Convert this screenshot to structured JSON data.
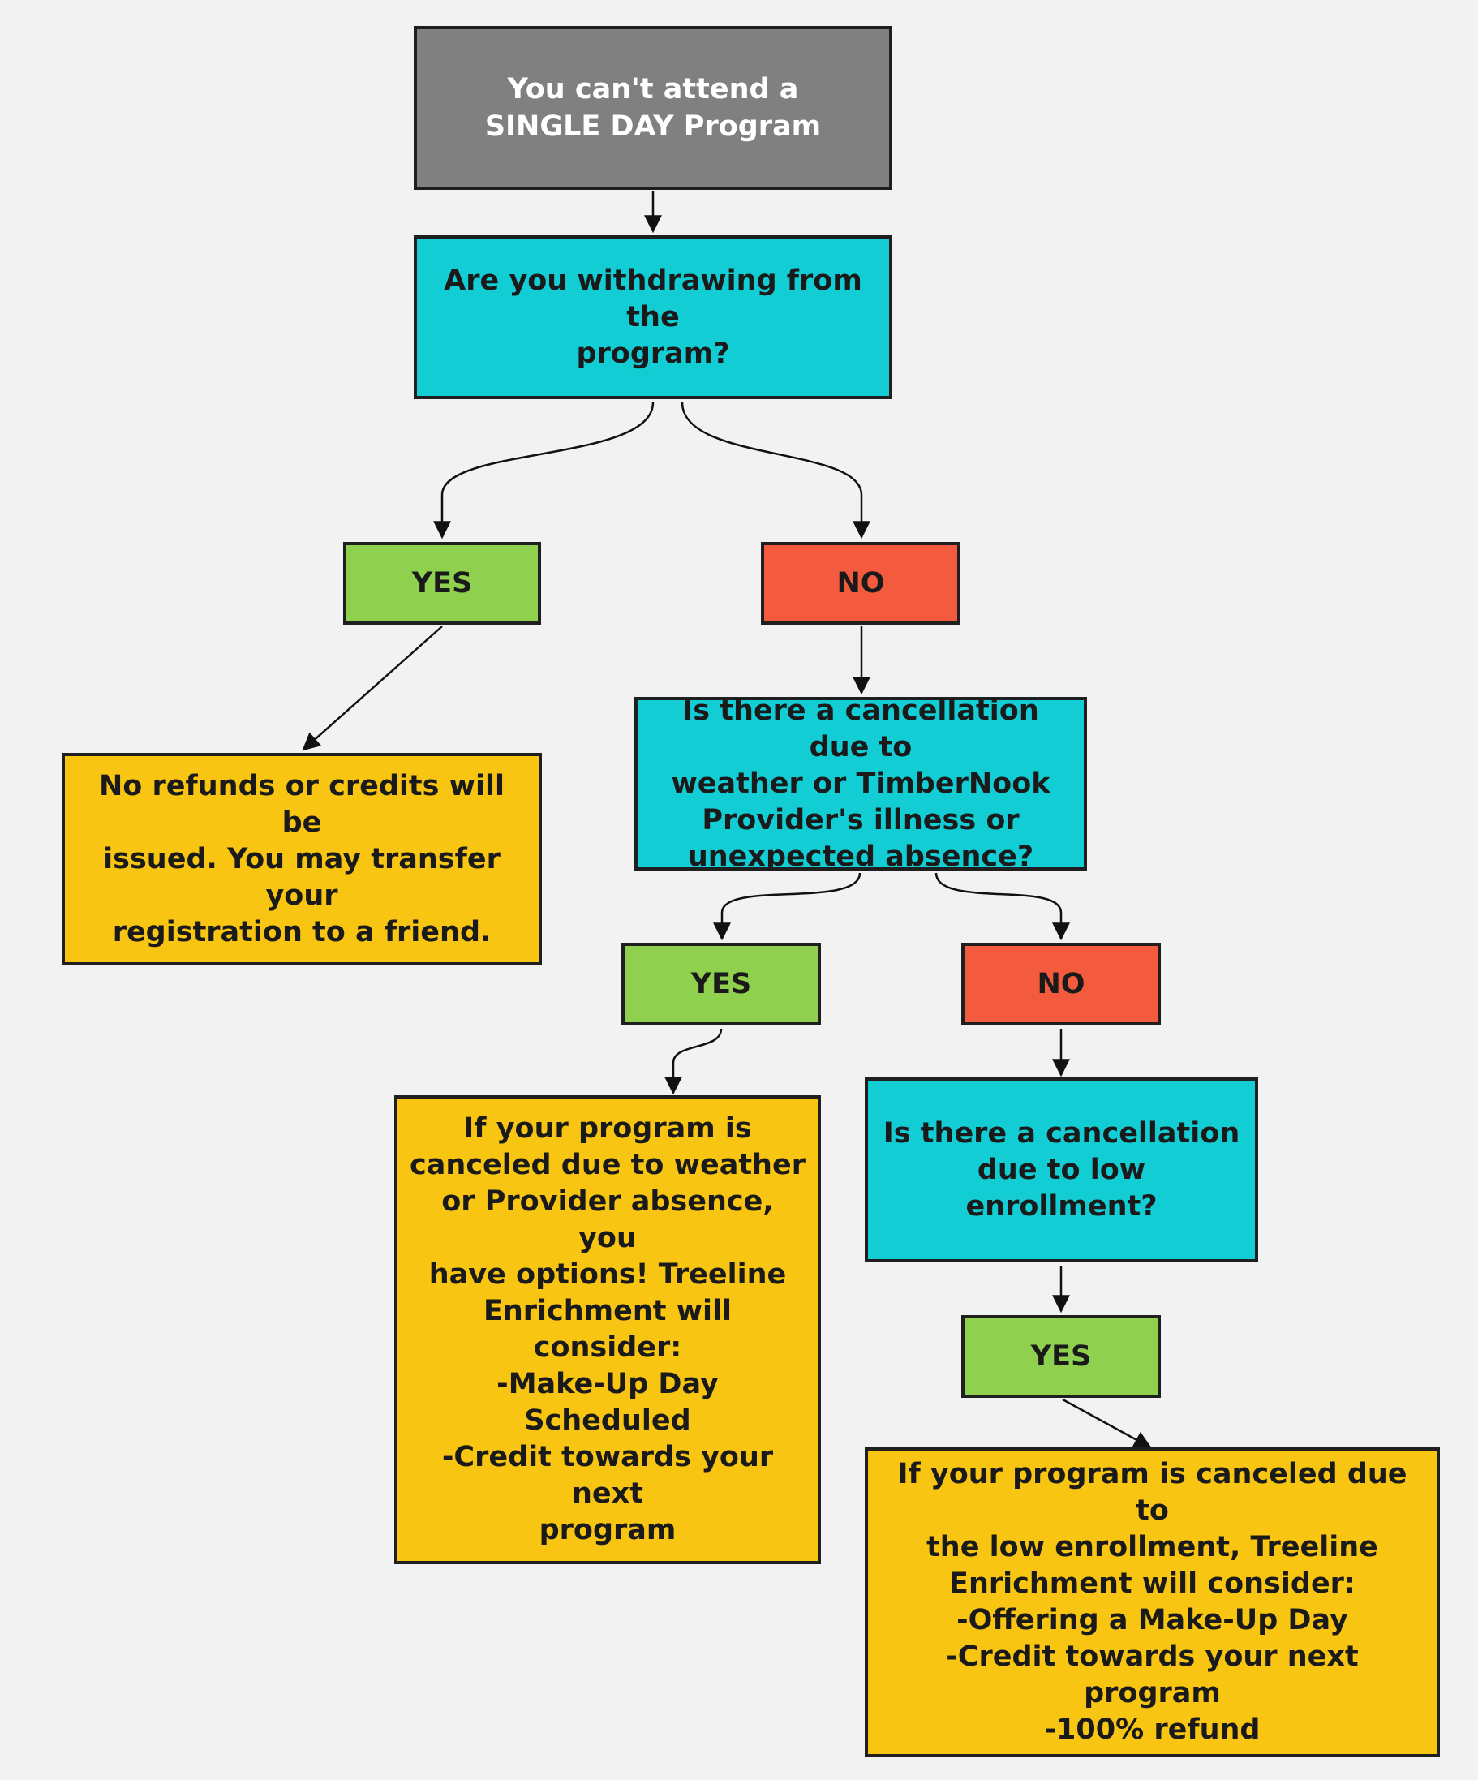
{
  "colors": {
    "background": "#f2f2f2",
    "start": "#808080",
    "question": "#13cdd4",
    "yes": "#8fd14f",
    "no": "#f45a3d",
    "outcome": "#f8c513",
    "border": "#1f1f1f"
  },
  "nodes": {
    "start": "You can't attend a\nSINGLE DAY Program",
    "q1": "Are you withdrawing from the\nprogram?",
    "q1_yes": "YES",
    "q1_no": "NO",
    "outcome1": "No refunds or credits will be\nissued.  You may transfer your\nregistration to a friend.",
    "q2": "Is there a cancellation due to\nweather or TimberNook\nProvider's illness or\nunexpected absence?",
    "q2_yes": "YES",
    "q2_no": "NO",
    "outcome2": "If your program is\ncanceled due to weather\nor Provider absence, you\nhave options!  Treeline\nEnrichment will consider:\n-Make-Up Day Scheduled\n-Credit towards your next\nprogram",
    "q3": "Is there a cancellation\ndue to low enrollment?",
    "q3_yes": "YES",
    "outcome3": "If your program is canceled due to\nthe low enrollment, Treeline\nEnrichment will consider:\n-Offering a Make-Up Day\n-Credit towards your next program\n-100% refund"
  }
}
